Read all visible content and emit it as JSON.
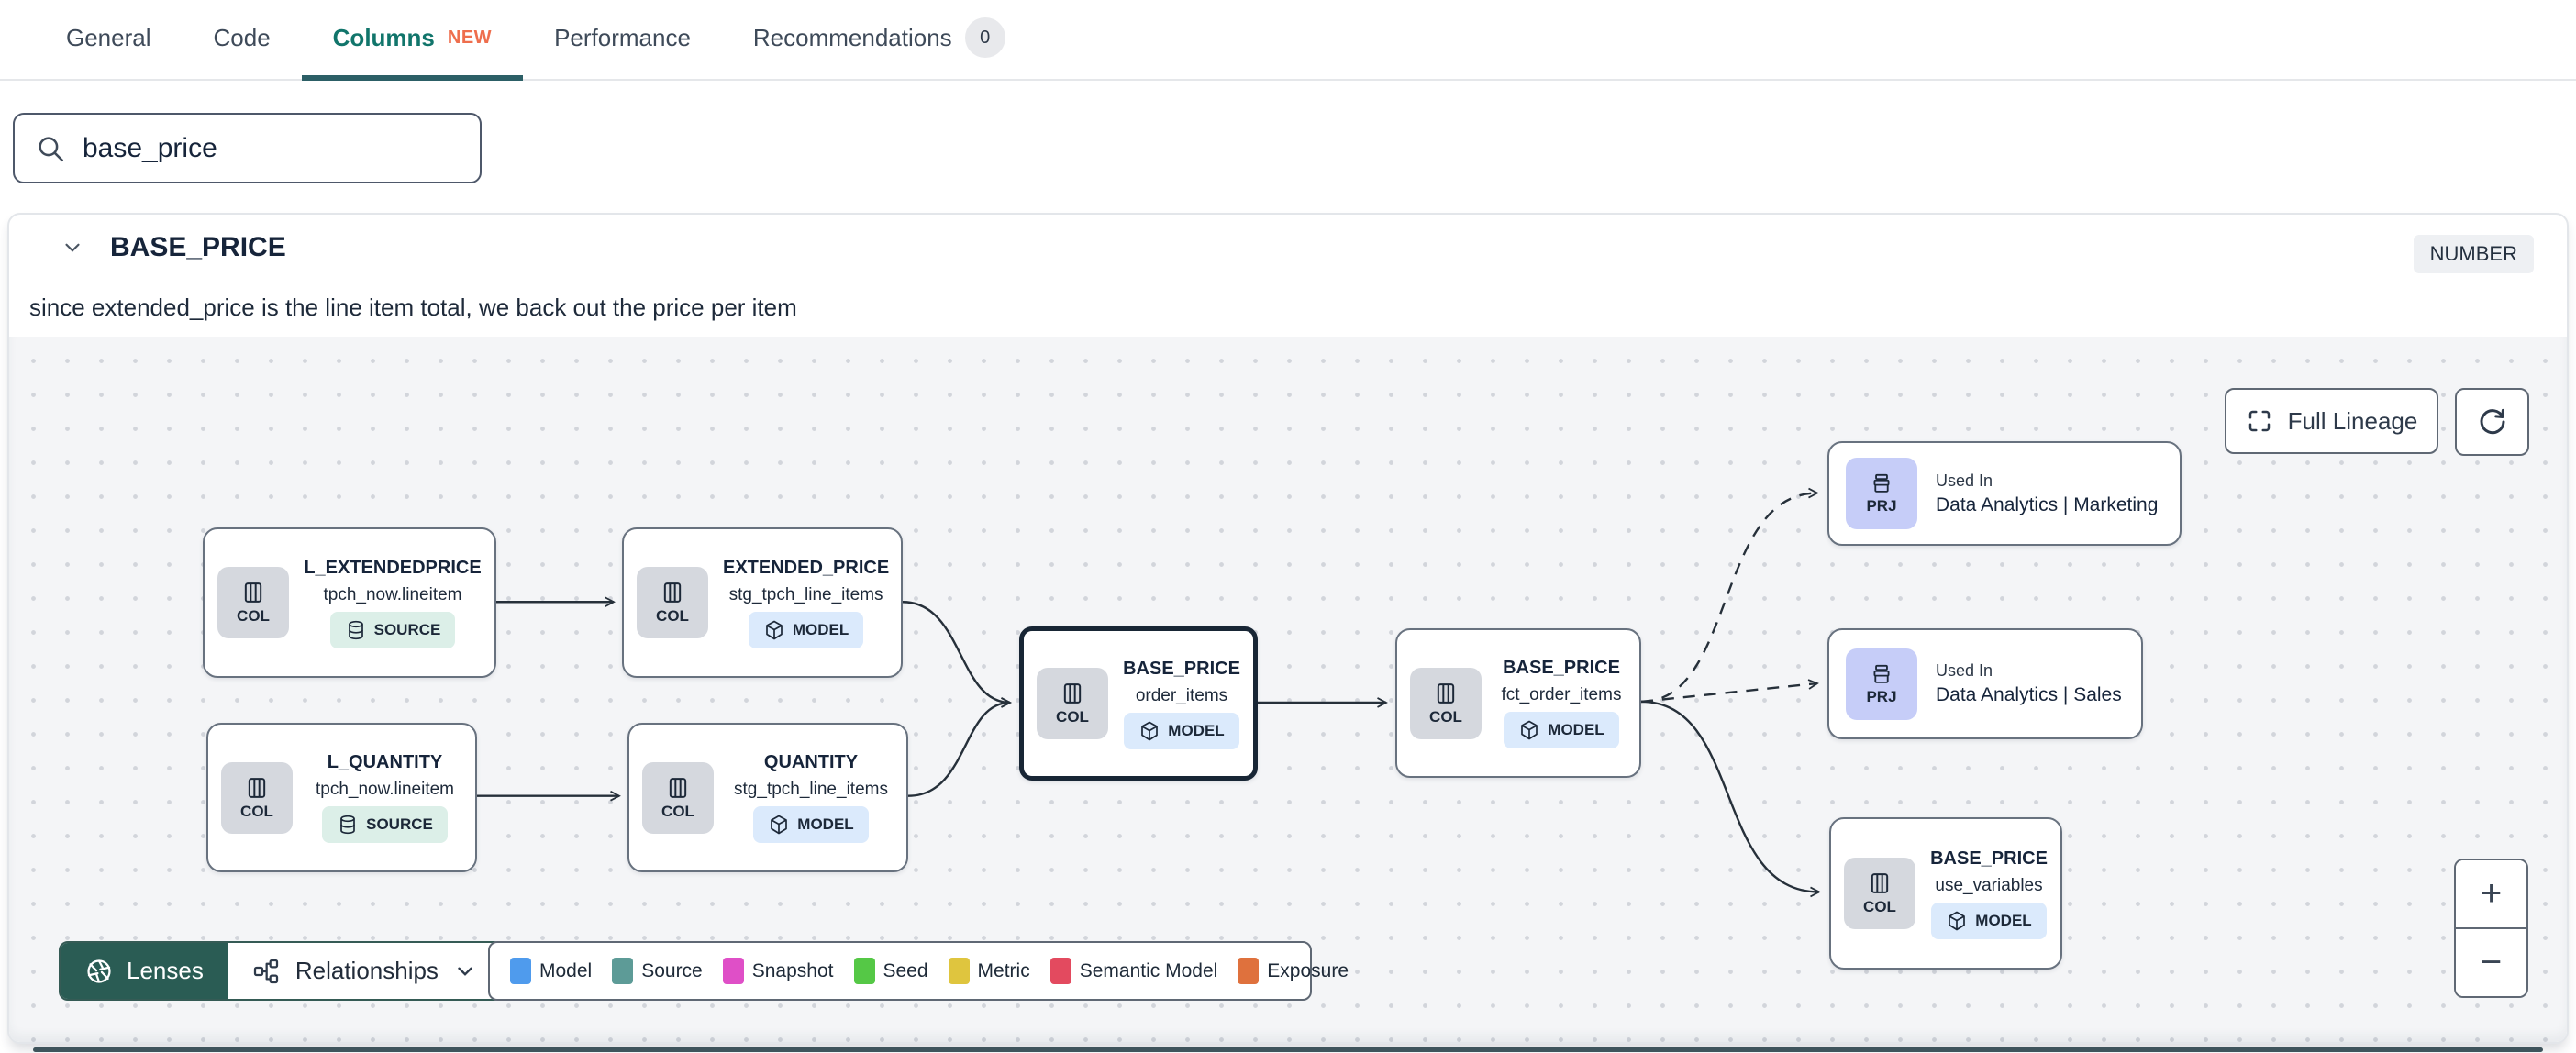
{
  "tabs": [
    {
      "label": "General"
    },
    {
      "label": "Code"
    },
    {
      "label": "Columns",
      "badge": "NEW",
      "active": true
    },
    {
      "label": "Performance"
    },
    {
      "label": "Recommendations",
      "count": "0"
    }
  ],
  "search": {
    "value": "base_price"
  },
  "column": {
    "name": "BASE_PRICE",
    "type": "NUMBER",
    "description": "since extended_price is the line item total, we back out the price per item"
  },
  "lineage": {
    "controls": {
      "full_lineage_label": "Full Lineage",
      "zoom_in": "+",
      "zoom_out": "−"
    },
    "toolbar": {
      "lenses_label": "Lenses",
      "relationships_label": "Relationships"
    },
    "legend": [
      {
        "label": "Model",
        "color": "#4f9bed"
      },
      {
        "label": "Source",
        "color": "#5d9b97"
      },
      {
        "label": "Snapshot",
        "color": "#df4fc7"
      },
      {
        "label": "Seed",
        "color": "#55c846"
      },
      {
        "label": "Metric",
        "color": "#dfc53e"
      },
      {
        "label": "Semantic Model",
        "color": "#e34a5f"
      },
      {
        "label": "Exposure",
        "color": "#df713d"
      }
    ],
    "nodes": [
      {
        "title": "L_EXTENDEDPRICE",
        "subtitle": "tpch_now.lineitem",
        "badge": "COL",
        "resource": "SOURCE"
      },
      {
        "title": "L_QUANTITY",
        "subtitle": "tpch_now.lineitem",
        "badge": "COL",
        "resource": "SOURCE"
      },
      {
        "title": "EXTENDED_PRICE",
        "subtitle": "stg_tpch_line_items",
        "badge": "COL",
        "resource": "MODEL"
      },
      {
        "title": "QUANTITY",
        "subtitle": "stg_tpch_line_items",
        "badge": "COL",
        "resource": "MODEL"
      },
      {
        "title": "BASE_PRICE",
        "subtitle": "order_items",
        "badge": "COL",
        "resource": "MODEL",
        "selected": true
      },
      {
        "title": "BASE_PRICE",
        "subtitle": "fct_order_items",
        "badge": "COL",
        "resource": "MODEL"
      },
      {
        "title": "Used In",
        "subtitle": "Data Analytics | Marketing",
        "badge": "PRJ"
      },
      {
        "title": "Used In",
        "subtitle": "Data Analytics | Sales",
        "badge": "PRJ"
      },
      {
        "title": "BASE_PRICE",
        "subtitle": "use_variables",
        "badge": "COL",
        "resource": "MODEL"
      }
    ],
    "icons": {
      "search": "magnifier",
      "header_chevron": "chevron-down",
      "col_badge": "table-columns",
      "prj_badge": "project-archive",
      "source_pill": "database",
      "model_pill": "cube",
      "full_lineage": "expand-corners",
      "refresh": "circular-arrow",
      "lenses": "aperture",
      "relationships": "hierarchy-graph",
      "relationships_chevron": "chevron-down"
    }
  }
}
